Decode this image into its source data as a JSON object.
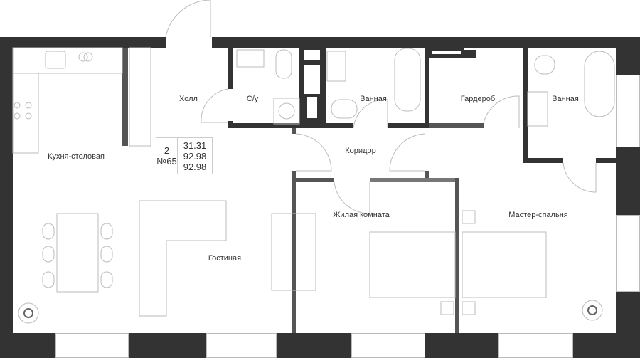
{
  "rooms": {
    "hall": "Холл",
    "wc": "С/у",
    "bathroom_1": "Ванная",
    "wardrobe": "Гардероб",
    "bathroom_2": "Ванная",
    "corridor": "Коридор",
    "kitchen_dining": "Кухня-столовая",
    "living_room": "Жилая комната",
    "master_bedroom": "Мастер-спальня",
    "lounge": "Гостиная"
  },
  "info": {
    "rooms_count": "2",
    "apartment_number": "№65",
    "area_living": "31.31",
    "area_total": "92.98",
    "area_total_2": "92.98"
  },
  "colors": {
    "wall": "#333333",
    "line": "#bbbbbb",
    "text": "#333333"
  }
}
